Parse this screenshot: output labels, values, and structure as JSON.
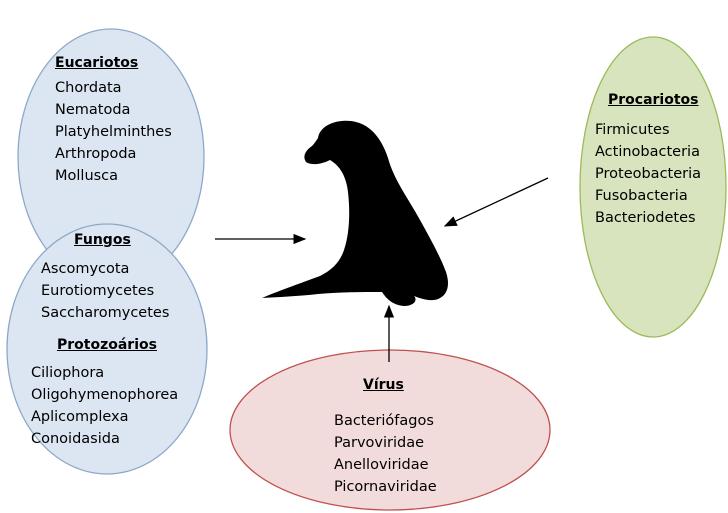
{
  "groups": {
    "eucariotos": {
      "title": "Eucariotos",
      "items": [
        "Chordata",
        "Nematoda",
        "Platyhelminthes",
        "Arthropoda",
        "Mollusca"
      ]
    },
    "fungos": {
      "title": "Fungos",
      "items": [
        "Ascomycota",
        "Eurotiomycetes",
        "Saccharomycetes"
      ]
    },
    "protozoarios": {
      "title": "Protozoários",
      "items": [
        "Ciliophora",
        "Oligohymenophorea",
        "Aplicomplexa",
        "Conoidasida"
      ]
    },
    "procariotos": {
      "title": "Procariotos",
      "items": [
        "Firmicutes",
        "Actinobacteria",
        "Proteobacteria",
        "Fusobacteria",
        "Bacteriodetes"
      ]
    },
    "virus": {
      "title": "Vírus",
      "items": [
        "Bacteriófagos",
        "Parvoviridae",
        "Anelloviridae",
        "Picornaviridae"
      ]
    }
  },
  "colors": {
    "eucariotos_fill": "#dce6f2",
    "fungos_fill": "#dce6f2",
    "procariotos_fill": "#d7e4bd",
    "virus_fill": "#f2dcdb",
    "ellipse_stroke": "#8ea9c8",
    "procariotos_stroke": "#9bbb59",
    "virus_stroke": "#c0504d",
    "silhouette": "#000000"
  },
  "icons": {
    "center": "sea-lion-silhouette-icon"
  }
}
